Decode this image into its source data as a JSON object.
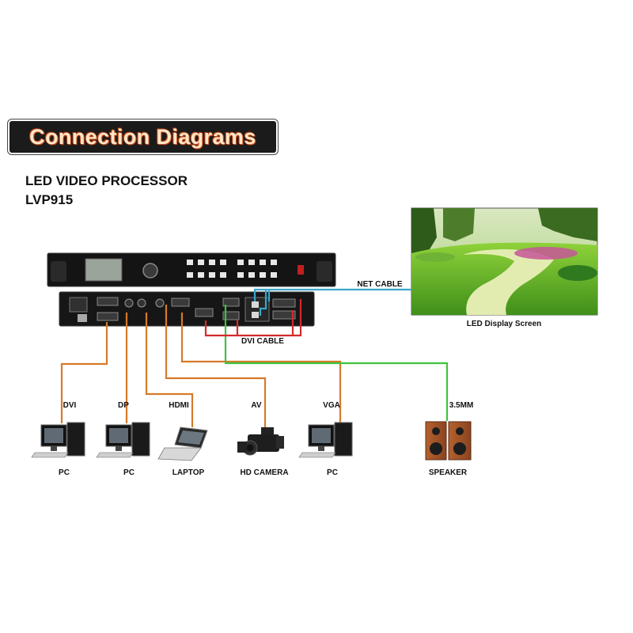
{
  "header": {
    "banner": "Connection Diagrams",
    "product_line": "LED VIDEO PROCESSOR",
    "model": "LVP915"
  },
  "cables": {
    "net": "NET CABLE",
    "dvi": "DVI CABLE"
  },
  "screen": {
    "caption": "LED Display Screen"
  },
  "sources": [
    {
      "port": "DVI",
      "device": "PC"
    },
    {
      "port": "DP",
      "device": "PC"
    },
    {
      "port": "HDMI",
      "device": "LAPTOP"
    },
    {
      "port": "AV",
      "device": "HD CAMERA"
    },
    {
      "port": "VGA",
      "device": "PC"
    },
    {
      "port": "3.5MM",
      "device": "SPEAKER"
    }
  ],
  "colors": {
    "input_cable": "#d67a2a",
    "audio_cable": "#3fc23f",
    "net_cable": "#3aa6c8",
    "dvi_cable": "#d42a2a",
    "banner_bg": "#1b1b1b",
    "banner_text": "#ffe6c8"
  }
}
